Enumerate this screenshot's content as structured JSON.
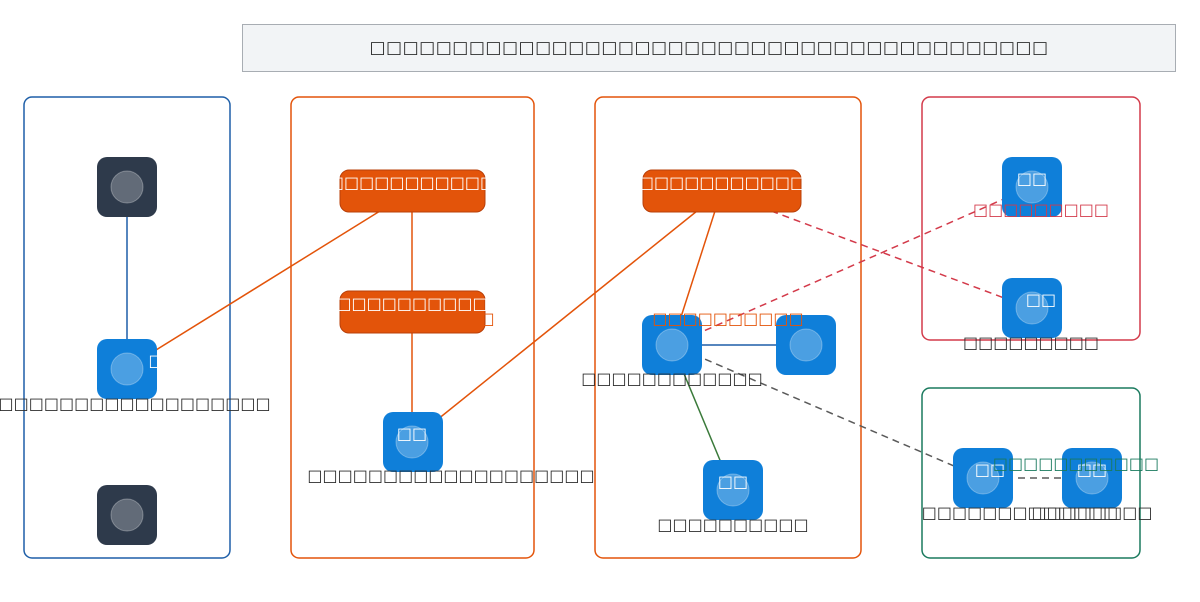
{
  "title": "□□□□□□□□□□□□□□□□□□□□□□□□□□□□□□□□□□□□□□□□□",
  "colors": {
    "blue_border": "#1f5fa8",
    "orange": "#e3540a",
    "red": "#d33a4a",
    "green": "#1a7a5e",
    "node_blue": "#0f7fd9",
    "node_dark": "#2e3a4b",
    "dark_arrow": "#5a5a5a",
    "green_edge": "#3a7a3a"
  },
  "groups": [
    {
      "id": "g1",
      "color": "blue"
    },
    {
      "id": "g2",
      "color": "orange"
    },
    {
      "id": "g3",
      "color": "orange"
    },
    {
      "id": "g4",
      "color": "red"
    },
    {
      "id": "g5",
      "color": "green"
    }
  ],
  "nodes": {
    "n1": {
      "icon": "circle-icon",
      "label": ""
    },
    "n2": {
      "icon": "circle-icon",
      "text": "□",
      "label": "□□□□□□□□□□□□□□□□□□□"
    },
    "n3": {
      "icon": "circle-icon",
      "label": ""
    },
    "o1": {
      "text": "□□□□□□□□□□□□□"
    },
    "o2": {
      "text": "□□□□□□□□□□"
    },
    "o3": {
      "text": "□□□□□□□□□□□□□□□"
    },
    "b5": {
      "icon": "circle-icon",
      "text": "□□",
      "label": "□□□□□□□□□□□□□□□□□□□"
    },
    "b6": {
      "icon": "circle-icon",
      "label": "□□□□□□□□□□□□"
    },
    "b7": {
      "icon": "circle-icon",
      "label": ""
    },
    "b8": {
      "icon": "circle-icon",
      "text": "□□",
      "label": "□□□□□□□□□□"
    },
    "b9": {
      "icon": "circle-icon",
      "text": "□□",
      "label": ""
    },
    "b10": {
      "icon": "circle-icon",
      "text": "□□",
      "label": "□□□□□□□□□"
    },
    "b11": {
      "icon": "circle-icon",
      "text": "□□",
      "label": "□□□□□□□□□□□□□"
    },
    "b12": {
      "icon": "circle-icon",
      "text": "□□",
      "label": "□□□□□□□□"
    }
  },
  "edge_labels": {
    "o2_side": "□",
    "b6_top": "□□□□□□□□□□",
    "b9_side": "□□□□□□□□□",
    "b11_b12": "□□□□□□□□□□□",
    "n2_side": "□"
  }
}
